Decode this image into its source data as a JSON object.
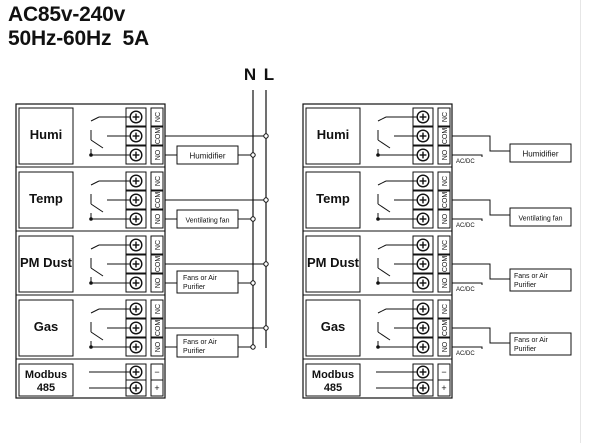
{
  "header": {
    "voltage": "AC85v-240v",
    "spec": "50Hz-60Hz  5A"
  },
  "mains": {
    "n": "N",
    "l": "L"
  },
  "terminals": {
    "nc": "NC",
    "com": "COM",
    "no": "NO",
    "minus": "−",
    "plus": "+"
  },
  "power_note": "AC/DC",
  "left_diagram": {
    "modules": [
      {
        "name": "Humi",
        "load_line1": "Humidifier",
        "load_line2": ""
      },
      {
        "name": "Temp",
        "load_line1": "Ventilating fan",
        "load_line2": ""
      },
      {
        "name": "PM Dust",
        "load_line1": "Fans or Air",
        "load_line2": "Purifier"
      },
      {
        "name": "Gas",
        "load_line1": "Fans or Air",
        "load_line2": "Purifier"
      }
    ],
    "modbus": {
      "line1": "Modbus",
      "line2": "485"
    }
  },
  "right_diagram": {
    "modules": [
      {
        "name": "Humi",
        "load_line1": "Humidifier",
        "load_line2": ""
      },
      {
        "name": "Temp",
        "load_line1": "Ventilating fan",
        "load_line2": ""
      },
      {
        "name": "PM Dust",
        "load_line1": "Fans or Air",
        "load_line2": "Purifier"
      },
      {
        "name": "Gas",
        "load_line1": "Fans or Air",
        "load_line2": "Purifier"
      }
    ],
    "modbus": {
      "line1": "Modbus",
      "line2": "485"
    }
  }
}
